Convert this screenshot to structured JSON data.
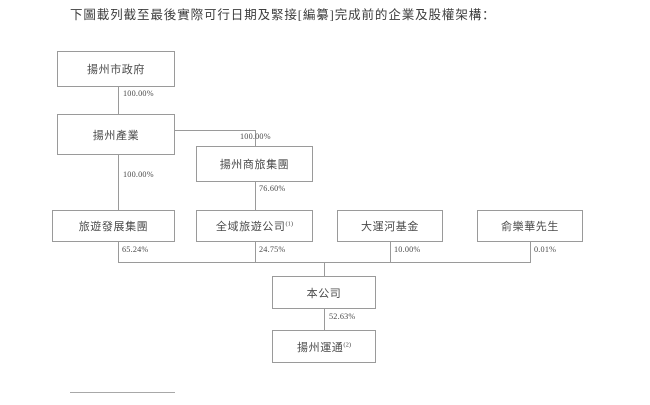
{
  "document": {
    "intro_text": "下圖載列截至最後實際可行日期及緊接[編纂]完成前的企業及股權架構："
  },
  "chart_data": {
    "type": "diagram",
    "title": "企業及股權架構",
    "nodes": [
      {
        "id": "gov",
        "label": "揚州市政府",
        "sup": ""
      },
      {
        "id": "industry",
        "label": "揚州產業",
        "sup": ""
      },
      {
        "id": "travel",
        "label": "揚州商旅集團",
        "sup": ""
      },
      {
        "id": "tourdev",
        "label": "旅遊發展集團",
        "sup": ""
      },
      {
        "id": "quanyu",
        "label": "全域旅遊公司",
        "sup": "(1)"
      },
      {
        "id": "canal",
        "label": "大運河基金",
        "sup": ""
      },
      {
        "id": "yu",
        "label": "俞樂華先生",
        "sup": ""
      },
      {
        "id": "company",
        "label": "本公司",
        "sup": ""
      },
      {
        "id": "yuntong",
        "label": "揚州運通",
        "sup": "(2)"
      }
    ],
    "edges": [
      {
        "from": "gov",
        "to": "industry",
        "percent": "100.00%"
      },
      {
        "from": "industry",
        "to": "travel",
        "percent": "100.00%"
      },
      {
        "from": "industry",
        "to": "tourdev",
        "percent": "100.00%"
      },
      {
        "from": "travel",
        "to": "quanyu",
        "percent": "76.60%"
      },
      {
        "from": "tourdev",
        "to": "company",
        "percent": "65.24%"
      },
      {
        "from": "quanyu",
        "to": "company",
        "percent": "24.75%"
      },
      {
        "from": "canal",
        "to": "company",
        "percent": "10.00%"
      },
      {
        "from": "yu",
        "to": "company",
        "percent": "0.01%"
      },
      {
        "from": "company",
        "to": "yuntong",
        "percent": "52.63%"
      }
    ],
    "colors": {
      "box_border": "#9a9a9a",
      "connector": "#9a9a9a",
      "text": "#4a4a4a",
      "background": "#ffffff"
    }
  }
}
